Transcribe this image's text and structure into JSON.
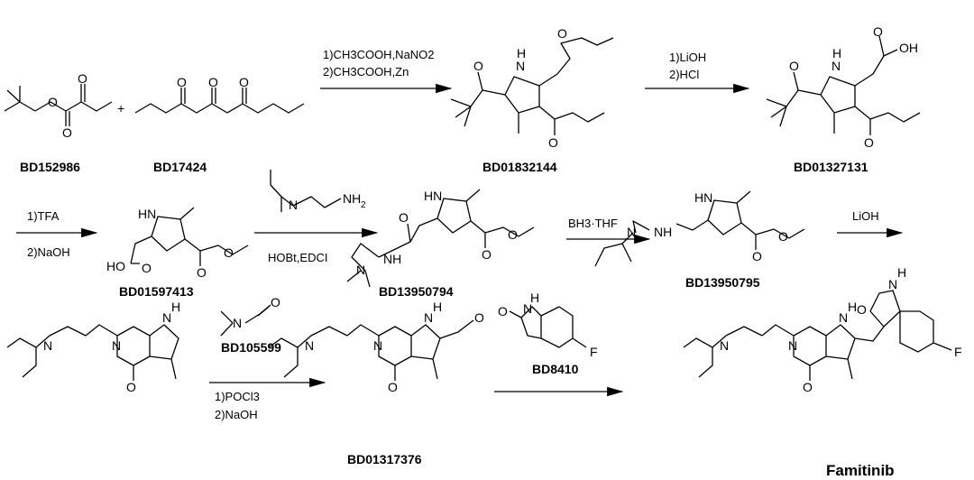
{
  "compounds": {
    "c1": "BD152986",
    "c2": "BD17424",
    "c3": "BD01832144",
    "c4": "BD01327131",
    "c5": "BD01597413",
    "c6": "BD13950794",
    "c7": "BD13950795",
    "c8": "BD105599",
    "c9": "BD01317376",
    "c10": "BD8410",
    "product": "Famitinib"
  },
  "plus": "+",
  "reagents": {
    "step1_line1": "1)CH3COOH,NaNO2",
    "step1_line2": "2)CH3COOH,Zn",
    "step2_line1": "1)LiOH",
    "step2_line2": "2)HCl",
    "step3_line1": "1)TFA",
    "step3_line2": "2)NaOH",
    "step4": "HOBt,EDCI",
    "step5": "BH3·THF",
    "step6": "LiOH",
    "step7_line1": "1)POCl3",
    "step7_line2": "2)NaOH"
  }
}
